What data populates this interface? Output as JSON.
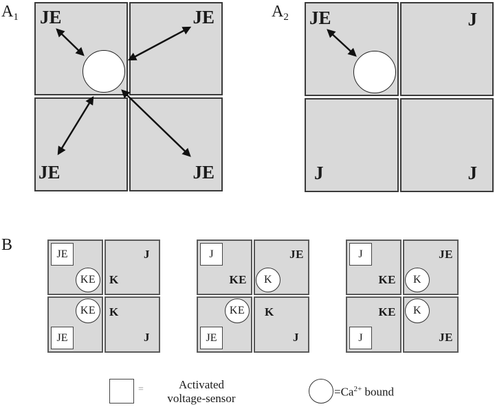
{
  "panels": {
    "a1": {
      "label": "A",
      "subscript": "1",
      "quadrants": [
        "JE",
        "JE",
        "JE",
        "JE"
      ],
      "description": "Ca2+ binding site interacts with all four JE subunits"
    },
    "a2": {
      "label": "A",
      "subscript": "2",
      "quadrants": [
        "JE",
        "J",
        "J",
        "J"
      ],
      "description": "Ca2+ binding site interacts with one JE subunit"
    },
    "b": {
      "label": "B",
      "diagrams": [
        {
          "top_left": {
            "sensor": "JE",
            "inner": "KE",
            "inner_ca_bound": true
          },
          "top_right": {
            "corner": "J",
            "inner": "K",
            "inner_ca_bound": false
          },
          "bottom_left": {
            "sensor": "JE",
            "inner": "KE",
            "inner_ca_bound": true
          },
          "bottom_right": {
            "corner": "J",
            "inner": "K",
            "inner_ca_bound": false
          }
        },
        {
          "top_left": {
            "sensor": "J",
            "inner": "KE",
            "inner_ca_bound": false
          },
          "top_right": {
            "corner": "JE",
            "inner": "K",
            "inner_ca_bound": true
          },
          "bottom_left": {
            "sensor": "JE",
            "inner": "KE",
            "inner_ca_bound": true
          },
          "bottom_right": {
            "corner": "J",
            "inner": "K",
            "inner_ca_bound": false
          }
        },
        {
          "top_left": {
            "sensor": "J",
            "inner": "KE",
            "inner_ca_bound": false
          },
          "top_right": {
            "corner": "JE",
            "inner": "K",
            "inner_ca_bound": true
          },
          "bottom_left": {
            "sensor": "J",
            "inner": "KE",
            "inner_ca_bound": false
          },
          "bottom_right": {
            "corner": "JE",
            "inner": "K",
            "inner_ca_bound": true
          }
        }
      ]
    }
  },
  "legend": {
    "square_eq": "=",
    "square_line1": "Activated",
    "square_line2": "voltage-sensor",
    "circle_prefix": "=Ca",
    "circle_sup": "2+",
    "circle_suffix": " bound"
  },
  "colors": {
    "subunit_fill": "#d9d9d9",
    "border": "#3a3a3a",
    "marker_fill": "#ffffff"
  }
}
